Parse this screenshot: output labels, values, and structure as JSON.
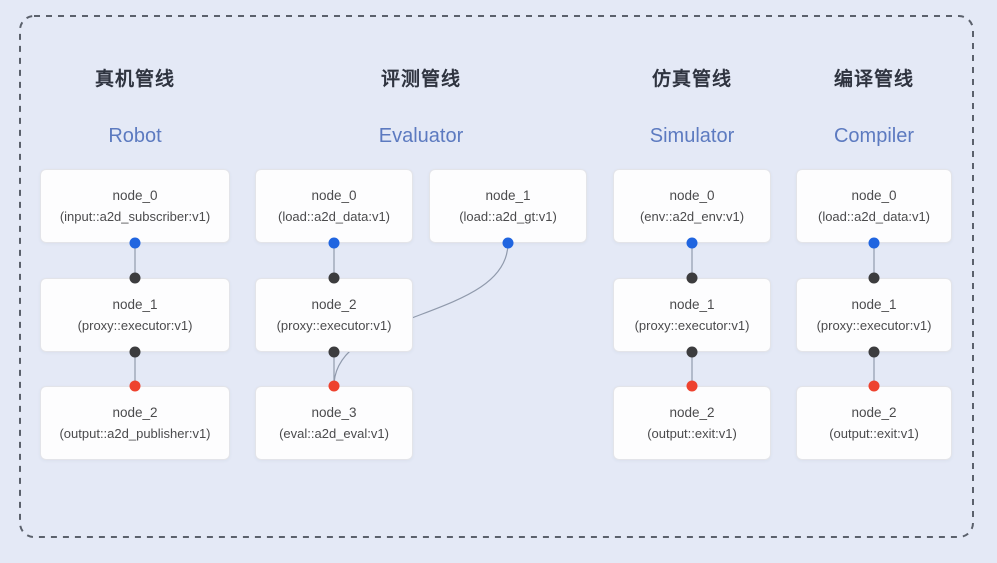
{
  "canvas": {
    "background": "#e4e9f6",
    "dashed_border_color": "#5b616c"
  },
  "colors": {
    "edge_line": "#909aac",
    "dot_blue": "#2065e0",
    "dot_black": "#3c3c3e",
    "dot_red": "#ee422f",
    "title_zh": "#2f3440",
    "title_en": "#5c7ac0",
    "node_text": "#4b4b4d",
    "box_background": "#fdfdfe",
    "box_border": "#e3e4e9"
  },
  "pipelines": [
    {
      "id": "robot",
      "title_zh": "真机管线",
      "title_en": "Robot",
      "nodes": [
        {
          "label": "node_0",
          "type": "(input::a2d_subscriber:v1)",
          "col": 0,
          "row": 0,
          "top_dot": null,
          "bottom_dot": "blue"
        },
        {
          "label": "node_1",
          "type": "(proxy::executor:v1)",
          "col": 0,
          "row": 1,
          "top_dot": "black",
          "bottom_dot": "black"
        },
        {
          "label": "node_2",
          "type": "(output::a2d_publisher:v1)",
          "col": 0,
          "row": 2,
          "top_dot": "red",
          "bottom_dot": null
        }
      ],
      "edges": [
        {
          "from": 0,
          "to": 1
        },
        {
          "from": 1,
          "to": 2
        }
      ]
    },
    {
      "id": "evaluator",
      "title_zh": "评测管线",
      "title_en": "Evaluator",
      "nodes": [
        {
          "label": "node_0",
          "type": "(load::a2d_data:v1)",
          "col": 0,
          "row": 0,
          "top_dot": null,
          "bottom_dot": "blue"
        },
        {
          "label": "node_1",
          "type": "(load::a2d_gt:v1)",
          "col": 1,
          "row": 0,
          "top_dot": null,
          "bottom_dot": "blue"
        },
        {
          "label": "node_2",
          "type": "(proxy::executor:v1)",
          "col": 0,
          "row": 1,
          "top_dot": "black",
          "bottom_dot": "black"
        },
        {
          "label": "node_3",
          "type": "(eval::a2d_eval:v1)",
          "col": 0,
          "row": 2,
          "top_dot": "red",
          "bottom_dot": null
        }
      ],
      "edges": [
        {
          "from": 0,
          "to": 2
        },
        {
          "from": 2,
          "to": 3
        },
        {
          "from": 1,
          "to": 3,
          "curved": true
        }
      ]
    },
    {
      "id": "simulator",
      "title_zh": "仿真管线",
      "title_en": "Simulator",
      "nodes": [
        {
          "label": "node_0",
          "type": "(env::a2d_env:v1)",
          "col": 0,
          "row": 0,
          "top_dot": null,
          "bottom_dot": "blue"
        },
        {
          "label": "node_1",
          "type": "(proxy::executor:v1)",
          "col": 0,
          "row": 1,
          "top_dot": "black",
          "bottom_dot": "black"
        },
        {
          "label": "node_2",
          "type": "(output::exit:v1)",
          "col": 0,
          "row": 2,
          "top_dot": "red",
          "bottom_dot": null
        }
      ],
      "edges": [
        {
          "from": 0,
          "to": 1
        },
        {
          "from": 1,
          "to": 2
        }
      ]
    },
    {
      "id": "compiler",
      "title_zh": "编译管线",
      "title_en": "Compiler",
      "nodes": [
        {
          "label": "node_0",
          "type": "(load::a2d_data:v1)",
          "col": 0,
          "row": 0,
          "top_dot": null,
          "bottom_dot": "blue"
        },
        {
          "label": "node_1",
          "type": "(proxy::executor:v1)",
          "col": 0,
          "row": 1,
          "top_dot": "black",
          "bottom_dot": "black"
        },
        {
          "label": "node_2",
          "type": "(output::exit:v1)",
          "col": 0,
          "row": 2,
          "top_dot": "red",
          "bottom_dot": null
        }
      ],
      "edges": [
        {
          "from": 0,
          "to": 1
        },
        {
          "from": 1,
          "to": 2
        }
      ]
    }
  ]
}
